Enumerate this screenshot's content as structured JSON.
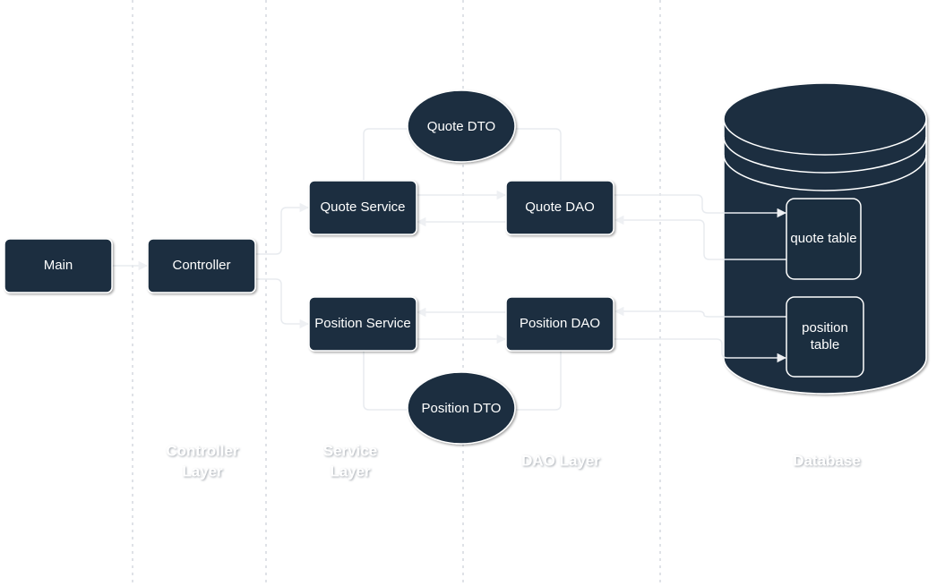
{
  "colors": {
    "node_fill": "#1b2e3f",
    "node_stroke": "#ffffff",
    "connector": "#e8ebef",
    "lane_divider": "#d7dbe1",
    "layer_label": "#ffffff",
    "layer_label_shadow": "#b9bec6"
  },
  "layers": {
    "controller": [
      "Controller",
      "Layer"
    ],
    "service": [
      "Service",
      "Layer"
    ],
    "dao": [
      "DAO Layer"
    ],
    "database": [
      "Database"
    ]
  },
  "nodes": {
    "main": "Main",
    "controller": "Controller",
    "quote_service": "Quote Service",
    "position_service": "Position Service",
    "quote_dao": "Quote DAO",
    "position_dao": "Position DAO",
    "quote_dto": "Quote DTO",
    "position_dto": "Position DTO",
    "quote_table": "quote table",
    "position_table": [
      "position",
      "table"
    ]
  }
}
